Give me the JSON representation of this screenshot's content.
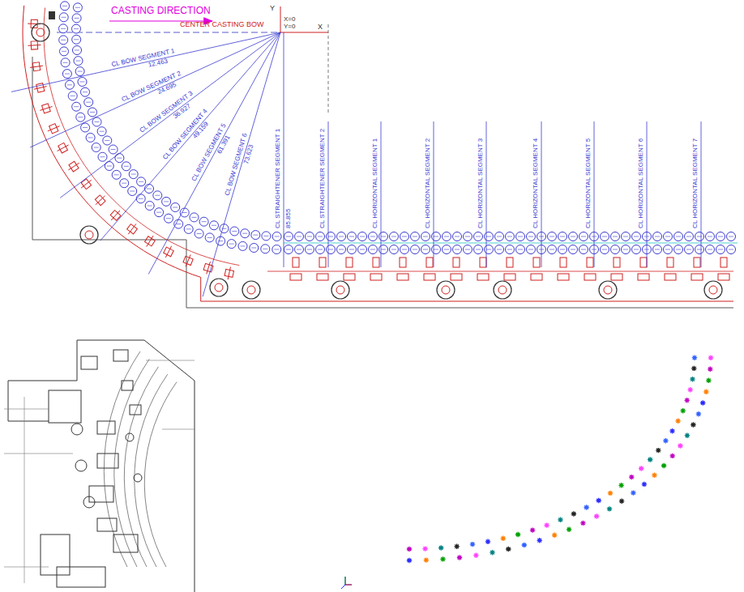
{
  "diagram": {
    "labels": [
      "CASTING DIRECTION",
      "CENTER CASTING BOW",
      "X=0",
      "Y=0",
      "X",
      "Y",
      "CL BOW SEGMENT 1",
      "12.463",
      "CL BOW SEGMENT 2",
      "24.695",
      "CL BOW SEGMENT 3",
      "36.927",
      "CL BOW SEGMENT 4",
      "49.159",
      "CL BOW SEGMENT 5",
      "61.391",
      "CL BOW SEGMENT 6",
      "73.623",
      "CL STRAIGHTENER SEGMENT 1",
      "85.855",
      "CL STRAIGHTENER SEGMENT 2",
      "CL HORIZONTAL SEGMENT 1",
      "CL HORIZONTAL SEGMENT 2",
      "CL HORIZONTAL SEGMENT 3",
      "CL HORIZONTAL SEGMENT 4",
      "CL HORIZONTAL SEGMENT 5",
      "CL HORIZONTAL SEGMENT 6",
      "CL HORIZONTAL SEGMENT 7"
    ]
  }
}
